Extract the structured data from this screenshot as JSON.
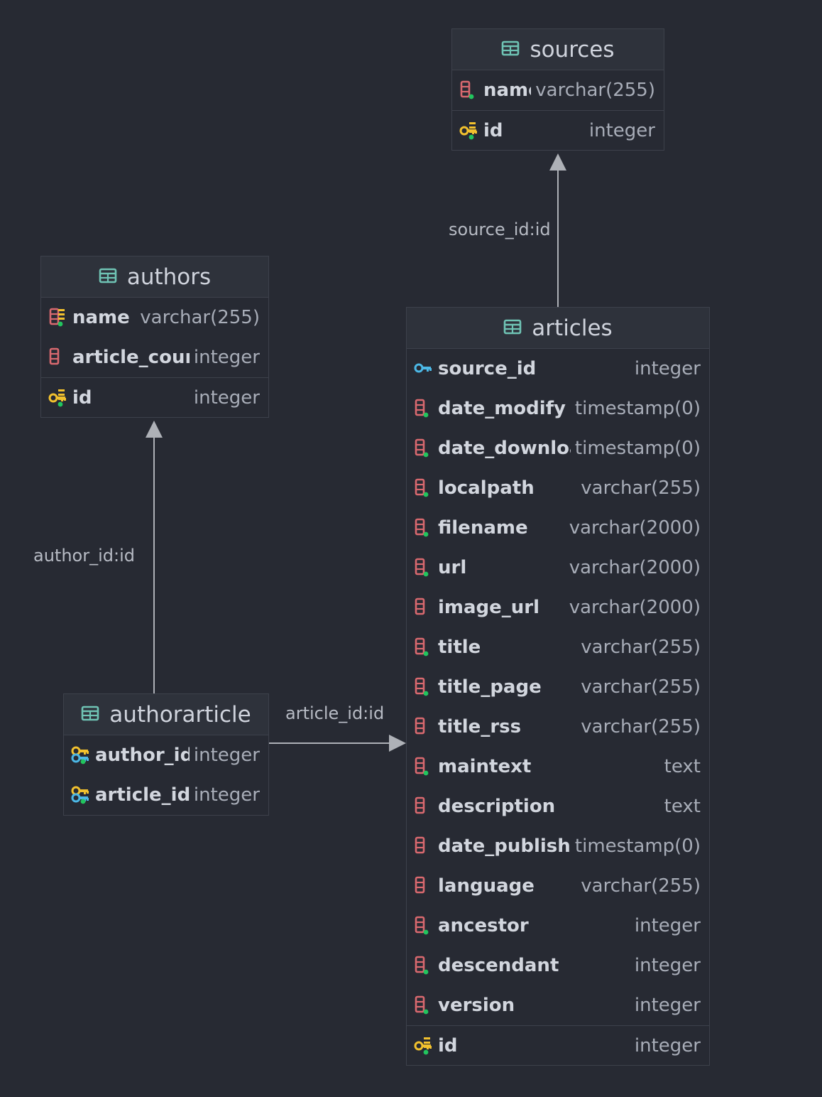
{
  "colors": {
    "background": "#272a33",
    "header": "#2e323b",
    "border": "#3d414b",
    "table_icon": "#6fc3b4",
    "column_icon": "#d9696f",
    "pk_icon": "#f2c12e",
    "fk_icon": "#4cb8e6",
    "not_null_dot": "#22c55e",
    "edge": "#aeb1b7"
  },
  "tables": {
    "sources": {
      "name": "sources",
      "columns": [
        {
          "name": "name",
          "type": "varchar(255)",
          "icon": "column-notnull-icon"
        },
        {
          "name": "id",
          "type": "integer",
          "icon": "primary-key-icon"
        }
      ]
    },
    "authors": {
      "name": "authors",
      "columns": [
        {
          "name": "name",
          "type": "varchar(255)",
          "icon": "column-index-icon"
        },
        {
          "name": "article_count",
          "type": "integer",
          "icon": "column-icon"
        },
        {
          "name": "id",
          "type": "integer",
          "icon": "primary-key-icon"
        }
      ]
    },
    "authorarticle": {
      "name": "authorarticle",
      "columns": [
        {
          "name": "author_id",
          "type": "integer",
          "icon": "foreign-key-index-icon"
        },
        {
          "name": "article_id",
          "type": "integer",
          "icon": "foreign-key-index-icon"
        }
      ]
    },
    "articles": {
      "name": "articles",
      "columns": [
        {
          "name": "source_id",
          "type": "integer",
          "icon": "foreign-key-icon"
        },
        {
          "name": "date_modify",
          "type": "timestamp(0)",
          "icon": "column-notnull-icon"
        },
        {
          "name": "date_download",
          "type": "timestamp(0)",
          "icon": "column-notnull-icon"
        },
        {
          "name": "localpath",
          "type": "varchar(255)",
          "icon": "column-notnull-icon"
        },
        {
          "name": "filename",
          "type": "varchar(2000)",
          "icon": "column-notnull-icon"
        },
        {
          "name": "url",
          "type": "varchar(2000)",
          "icon": "column-notnull-icon"
        },
        {
          "name": "image_url",
          "type": "varchar(2000)",
          "icon": "column-icon"
        },
        {
          "name": "title",
          "type": "varchar(255)",
          "icon": "column-notnull-icon"
        },
        {
          "name": "title_page",
          "type": "varchar(255)",
          "icon": "column-notnull-icon"
        },
        {
          "name": "title_rss",
          "type": "varchar(255)",
          "icon": "column-icon"
        },
        {
          "name": "maintext",
          "type": "text",
          "icon": "column-notnull-icon"
        },
        {
          "name": "description",
          "type": "text",
          "icon": "column-icon"
        },
        {
          "name": "date_publish",
          "type": "timestamp(0)",
          "icon": "column-icon"
        },
        {
          "name": "language",
          "type": "varchar(255)",
          "icon": "column-icon"
        },
        {
          "name": "ancestor",
          "type": "integer",
          "icon": "column-notnull-icon"
        },
        {
          "name": "descendant",
          "type": "integer",
          "icon": "column-notnull-icon"
        },
        {
          "name": "version",
          "type": "integer",
          "icon": "column-notnull-icon"
        },
        {
          "name": "id",
          "type": "integer",
          "icon": "primary-key-icon"
        }
      ]
    }
  },
  "relations": {
    "articles_sources": "source_id:id",
    "authorarticle_authors": "author_id:id",
    "authorarticle_articles": "article_id:id"
  }
}
